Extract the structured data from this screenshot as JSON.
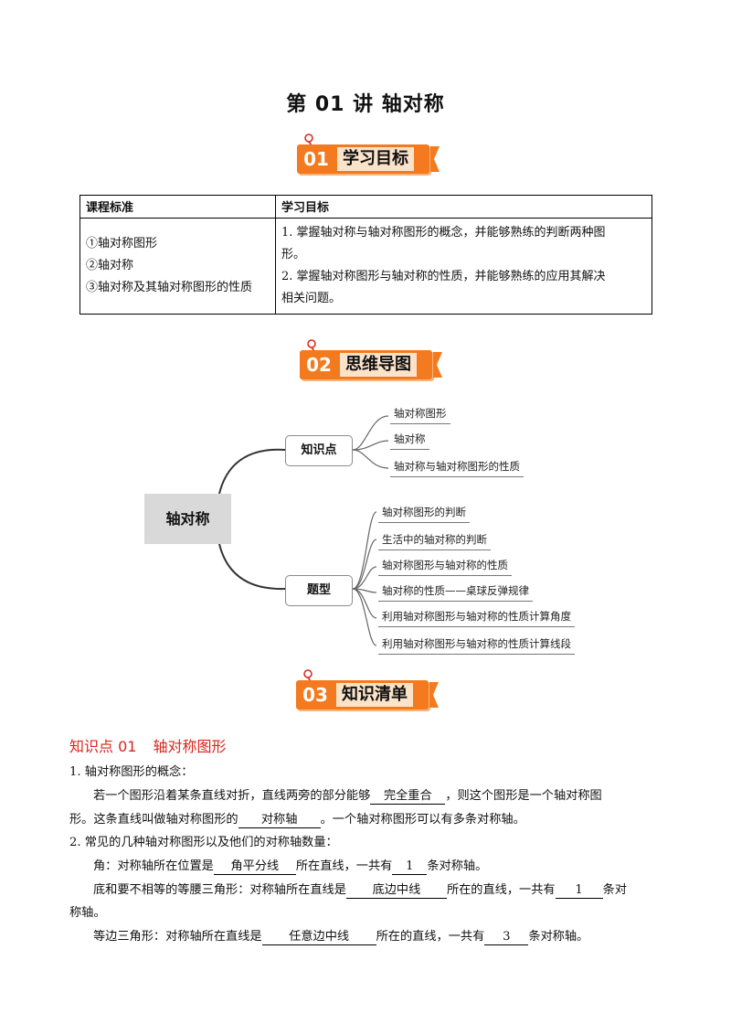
{
  "title": "第 01 讲  轴对称",
  "sections": [
    {
      "num": "01",
      "label": "学习目标"
    },
    {
      "num": "02",
      "label": "思维导图"
    },
    {
      "num": "03",
      "label": "知识清单"
    }
  ],
  "goals_table": {
    "headers": [
      "课程标准",
      "学习目标"
    ],
    "standards": [
      "①轴对称图形",
      "②轴对称",
      "③轴对称及其轴对称图形的性质"
    ],
    "objectives": [
      "1. 掌握轴对称与轴对称图形的概念，并能够熟练的判断两种图",
      "形。",
      "2. 掌握轴对称图形与轴对称的性质，并能够熟练的应用其解决",
      "相关问题。"
    ]
  },
  "mindmap": {
    "root": "轴对称",
    "branches": [
      {
        "label": "知识点",
        "items": [
          "轴对称图形",
          "轴对称",
          "轴对称与轴对称图形的性质"
        ]
      },
      {
        "label": "题型",
        "items": [
          "轴对称图形的判断",
          "生活中的轴对称的判断",
          "轴对称图形与轴对称的性质",
          "轴对称的性质——桌球反弹规律",
          "利用轴对称图形与轴对称的性质计算角度",
          "利用轴对称图形与轴对称的性质计算线段"
        ]
      }
    ]
  },
  "knowledge": {
    "heading_num": "知识点 01",
    "heading_title": "轴对称图形",
    "concept_title": "1. 轴对称图形的概念：",
    "concept_a": "若一个图形沿着某条直线对折，直线两旁的部分能够",
    "blank_1": "完全重合",
    "concept_b": "，则这个图形是一个轴对称图",
    "concept_c": "形。这条直线叫做轴对称图形的",
    "blank_2": "对称轴",
    "concept_d": "。一个轴对称图形可以有多条对称轴。",
    "common_title": "2. 常见的几种轴对称图形以及他们的对称轴数量：",
    "angle_a": "角：对称轴所在位置是",
    "blank_3": "角平分线",
    "angle_b": "所在直线，一共有",
    "blank_4": "1",
    "angle_c": "条对称轴。",
    "iso_a": "底和要不相等的等腰三角形：对称轴所在直线是",
    "blank_5": "底边中线",
    "iso_b": "所在的直线，一共有",
    "blank_6": "1",
    "iso_c": "条对",
    "iso_d": "称轴。",
    "equi_a": "等边三角形：对称轴所在直线是",
    "blank_7": "任意边中线",
    "equi_b": "所在的直线，一共有",
    "blank_8": "3",
    "equi_c": "条对称轴。"
  }
}
